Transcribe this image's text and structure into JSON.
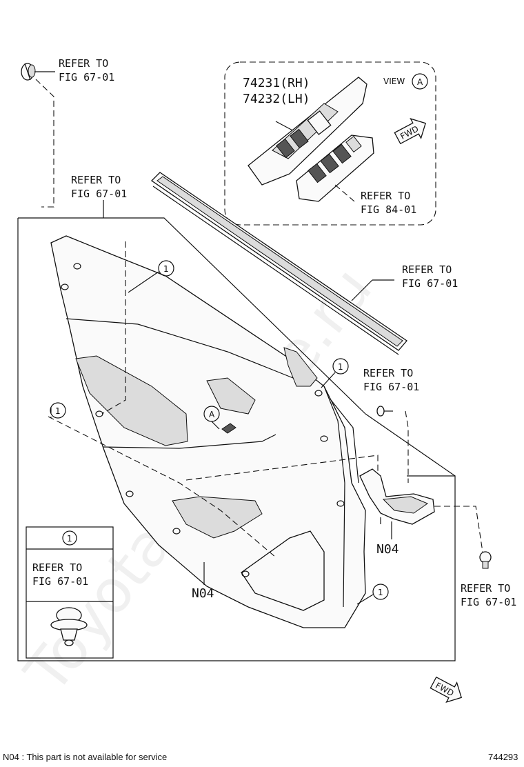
{
  "watermark": "ToyotaCarMine.ru",
  "callouts": {
    "refer_clip_top": [
      "REFER TO",
      "FIG 67-01"
    ],
    "refer_upper_left": [
      "REFER TO",
      "FIG 67-01"
    ],
    "refer_weatherstrip": [
      "REFER TO",
      "FIG 67-01"
    ],
    "refer_right_clip": [
      "REFER TO",
      "FIG 67-01"
    ],
    "refer_bottom_right": [
      "REFER TO",
      "FIG 67-01"
    ],
    "refer_switch": [
      "REFER TO",
      "FIG 84-01"
    ]
  },
  "switch_box": {
    "part_rh": "74231(RH)",
    "part_lh": "74232(LH)",
    "view_label": "VIEW",
    "view_ref": "A",
    "fwd": "FWD"
  },
  "markers": {
    "circle_1": "1",
    "view_a": "A",
    "n04": "N04"
  },
  "legend": {
    "ref_number": "1",
    "text": [
      "REFER TO",
      "FIG 67-01"
    ]
  },
  "fwd_bottom": "FWD",
  "footer": {
    "note": "N04 : This part is not available for service",
    "diagram_number": "744293"
  }
}
